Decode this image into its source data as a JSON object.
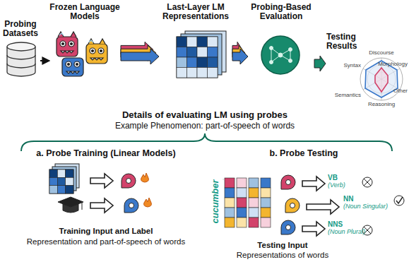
{
  "diagram": {
    "nodes": [
      {
        "text": [
          "Probing Datasets"
        ]
      },
      {
        "text": [
          "Frozen Language Models"
        ]
      },
      {
        "text": [
          "Last-Layer LM Representations"
        ]
      },
      {
        "text": [
          "Probing-Based Evaluation"
        ]
      },
      {
        "text": [
          "Testing Results"
        ]
      }
    ],
    "edges": [
      {
        "from": 0,
        "to": 1,
        "arrow": "to"
      },
      {
        "from": 1,
        "to": 2,
        "arrow": "to"
      },
      {
        "from": 2,
        "to": 3,
        "arrow": "to"
      },
      {
        "from": 3,
        "to": 4,
        "arrow": "to"
      }
    ],
    "labels": [
      "Discourse",
      "Morphology",
      "Other",
      "Reasoning",
      "Semantics",
      "Syntax",
      "Details of evaluating LM using probes",
      "Example Phenomenon: part-of-speech of words",
      "a. Probe Training (Linear Models)",
      "b. Probe Testing",
      "Training Input and Label",
      "Representation and part-of-speech of words",
      "cucumber",
      "VB",
      "(Verb)",
      "NN",
      "(Noun Singular)",
      "NNS",
      "(Noun Plural)",
      "Testing Input",
      "Representations of words"
    ]
  }
}
